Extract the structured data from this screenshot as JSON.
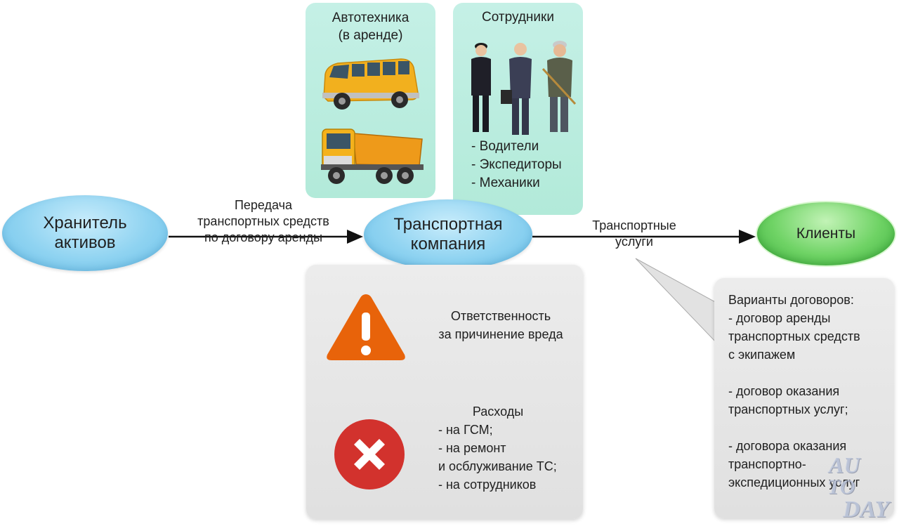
{
  "fleet_panel": {
    "title_line1": "Автотехника",
    "title_line2": "(в аренде)"
  },
  "staff_panel": {
    "title": "Сотрудники",
    "items": [
      "- Водители",
      "- Экспедиторы",
      "- Механики"
    ]
  },
  "nodes": {
    "asset_holder": {
      "line1": "Хранитель",
      "line2": "активов"
    },
    "transport_company": {
      "line1": "Транспортная",
      "line2": "компания"
    },
    "clients": {
      "label": "Клиенты"
    }
  },
  "edges": {
    "lease": {
      "line1": "Передача",
      "line2": "транспортных средств",
      "line3": "по договору аренды"
    },
    "services": {
      "line1": "Транспортные",
      "line2": "услуги"
    }
  },
  "risk_panel": {
    "liability": {
      "line1": "Ответственность",
      "line2": "за причинение вреда"
    },
    "expenses": {
      "title": "Расходы",
      "items": [
        "- на ГСМ;",
        "- на ремонт",
        "и осблуживание ТС;",
        "- на сотрудников"
      ]
    }
  },
  "contracts_panel": {
    "title": "Варианты договоров:",
    "items": [
      "- договор аренды",
      "транспортных средств",
      "с экипажем",
      "",
      "- договор оказания",
      "транспортных услуг;",
      "",
      "- договора оказания",
      "транспортно-",
      "экспедиционных услуг"
    ]
  },
  "watermark": {
    "line1": "AU",
    "line2": "TO",
    "line3": "DAY"
  },
  "colors": {
    "node_blue": "#8fd3f1",
    "node_green": "#5cc95a",
    "panel_mint": "#b9ecdd",
    "panel_gray": "#e4e4e4",
    "warning_orange": "#e8630a",
    "error_red": "#d2322d"
  }
}
